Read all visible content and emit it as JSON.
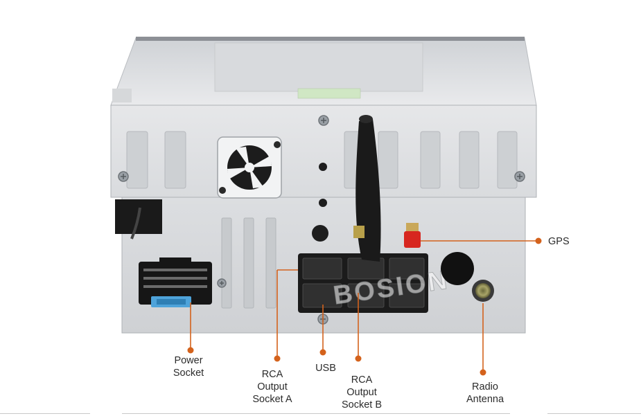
{
  "labels": {
    "gps": "GPS",
    "power": [
      "Power",
      "Socket"
    ],
    "rca_a": [
      "RCA",
      "Output",
      "Socket A"
    ],
    "usb": "USB",
    "rca_b": [
      "RCA",
      "Output",
      "Socket B"
    ],
    "radio": [
      "Radio",
      "Antenna"
    ]
  },
  "watermark": "BOSION",
  "callout_color": "#d4621c",
  "icons": [
    "fan-icon",
    "screw-icon",
    "antenna-icon",
    "gps-connector-icon",
    "radio-antenna-port-icon"
  ]
}
